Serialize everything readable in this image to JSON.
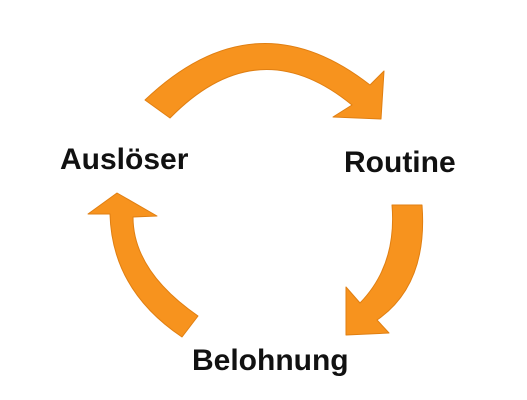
{
  "diagram": {
    "nodes": [
      {
        "id": "trigger",
        "label": "Auslöser"
      },
      {
        "id": "routine",
        "label": "Routine"
      },
      {
        "id": "reward",
        "label": "Belohnung"
      }
    ],
    "edges": [
      {
        "from": "trigger",
        "to": "routine"
      },
      {
        "from": "routine",
        "to": "reward"
      },
      {
        "from": "reward",
        "to": "trigger"
      }
    ],
    "arrow_color": "#F7931E",
    "arrow_stroke_color": "#E07F12",
    "label_color": "#111111"
  }
}
